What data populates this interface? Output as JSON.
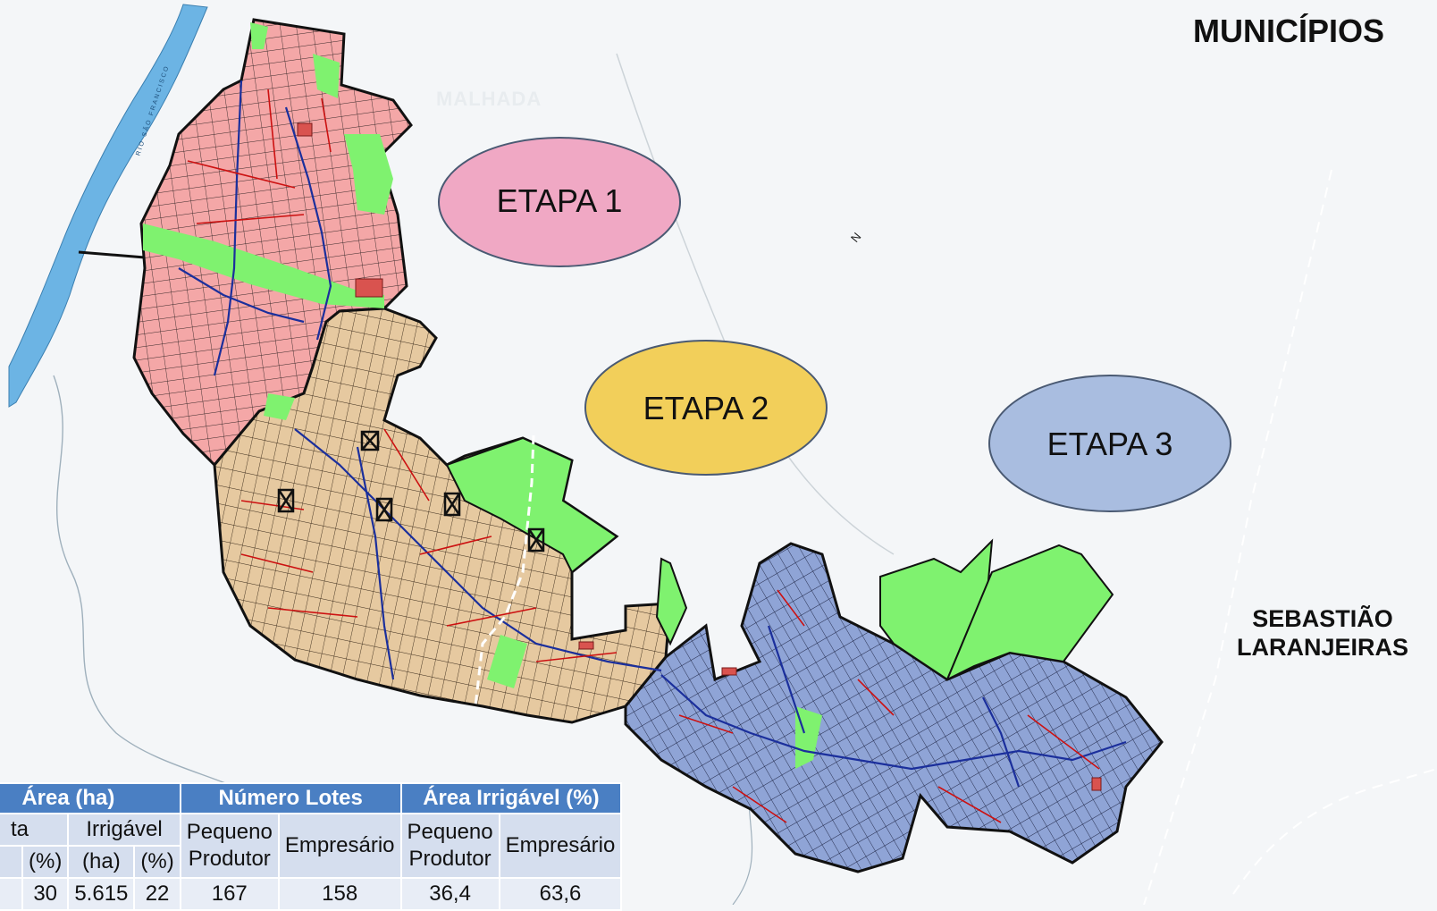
{
  "title": "MUNICÍPIOS",
  "etapas": [
    {
      "label": "ETAPA 1",
      "fill": "#f0a8c4"
    },
    {
      "label": "ETAPA 2",
      "fill": "#f2cf5a"
    },
    {
      "label": "ETAPA 3",
      "fill": "#a9bde0"
    }
  ],
  "municipality_right": [
    "SEBASTIÃO",
    "LARANJEIRAS"
  ],
  "colors": {
    "etapa1_area": "#f4a7a7",
    "etapa2_area": "#e6c9a0",
    "etapa3_area": "#8fa4d6",
    "reserve_green": "#7ff26f",
    "river_blue": "#6cb4e4",
    "roads_red": "#cc1111",
    "canals_blue": "#1b2f9c",
    "table_header": "#4a7fc3"
  },
  "table": {
    "groups": [
      "Área (ha)",
      "Número Lotes",
      "Área Irrigável (%)"
    ],
    "subgroup_total": "ta",
    "subgroup_irrigavel": "Irrigável",
    "col_pct": "(%)",
    "col_ha": "(ha)",
    "col_pct2": "(%)",
    "col_pequeno_1": "Pequeno",
    "col_pequeno_2": "Produtor",
    "col_empresario": "Empresário",
    "col_pequeno_b1": "Pequeno",
    "col_pequeno_b2": "Produtor",
    "col_empresario_b": "Empresário",
    "row": [
      "30",
      "5.615",
      "22",
      "167",
      "158",
      "36,4",
      "63,6"
    ]
  }
}
